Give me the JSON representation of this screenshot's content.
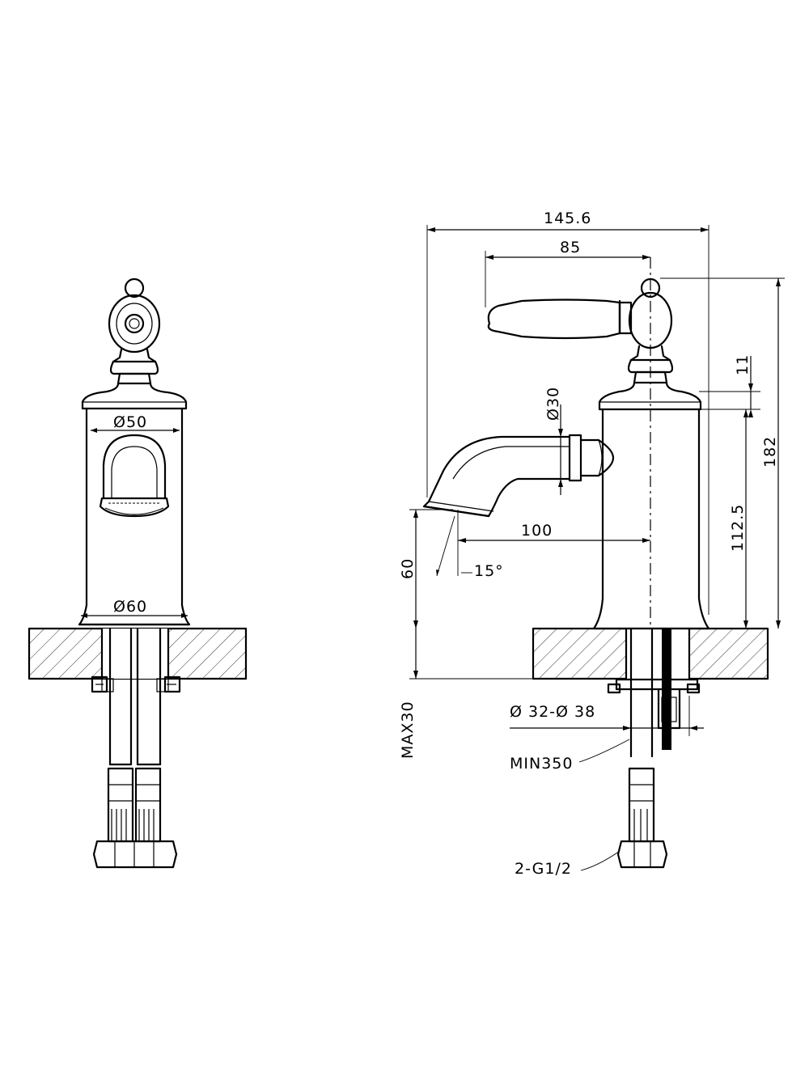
{
  "dimensions": {
    "d50": "Ø50",
    "d60": "Ø60",
    "w145": "145.6",
    "w85": "85",
    "d30": "Ø30",
    "w100": "100",
    "a15": "15°",
    "h60": "60",
    "h11": "11",
    "h112": "112.5",
    "h182": "182",
    "max30": "MAX30",
    "d32_38": "Ø 32-Ø 38",
    "min350": "MIN350",
    "thread": "2-G1/2"
  }
}
